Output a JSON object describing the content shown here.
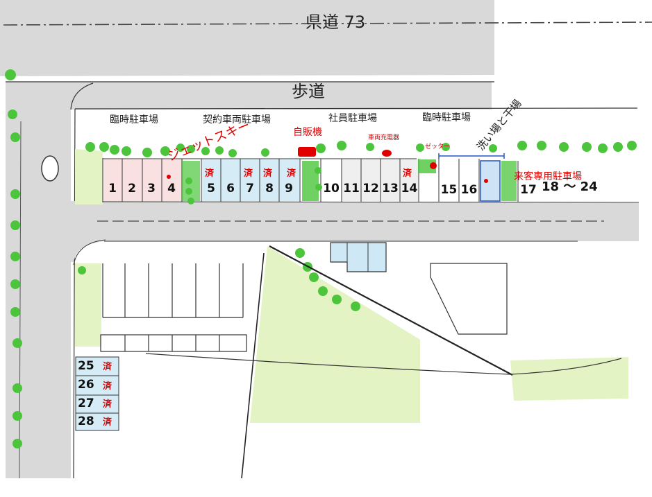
{
  "roads": {
    "prefectural_road": "県道",
    "prefectural_road_number": "73",
    "sidewalk": "歩道"
  },
  "areas": {
    "temporary_parking_left": "臨時駐車場",
    "contract_parking": "契約車両駐車場",
    "staff_parking": "社員駐車場",
    "temporary_parking_right": "臨時駐車場",
    "customer_parking": "来客専用駐車場"
  },
  "facilities": {
    "jet_ski": "ジェットスキー",
    "vending_machine": "自販機",
    "ev_charger": "車両充電器",
    "setter": "ゼッター",
    "wash_dry_area": "洗い場と干場"
  },
  "status_mark": "済",
  "spaces_top": {
    "s1": "1",
    "s2": "2",
    "s3": "3",
    "s4": "4",
    "s5": "5",
    "s6": "6",
    "s7": "7",
    "s8": "8",
    "s9": "9",
    "s10": "10",
    "s11": "11",
    "s12": "12",
    "s13": "13",
    "s14": "14",
    "s15": "15",
    "s16": "16",
    "s17": "17",
    "s18_24": "18 ～ 24"
  },
  "spaces_left": {
    "s25": "25",
    "s26": "26",
    "s27": "27",
    "s28": "28"
  },
  "colors": {
    "road": "#d9d9d9",
    "temporary": "#f9e1e1",
    "contract": "#d5ecf7",
    "staff": "#efefef",
    "green": "#4cc53c",
    "lawn": "#e4f3c4",
    "red_mark": "#e00000"
  }
}
